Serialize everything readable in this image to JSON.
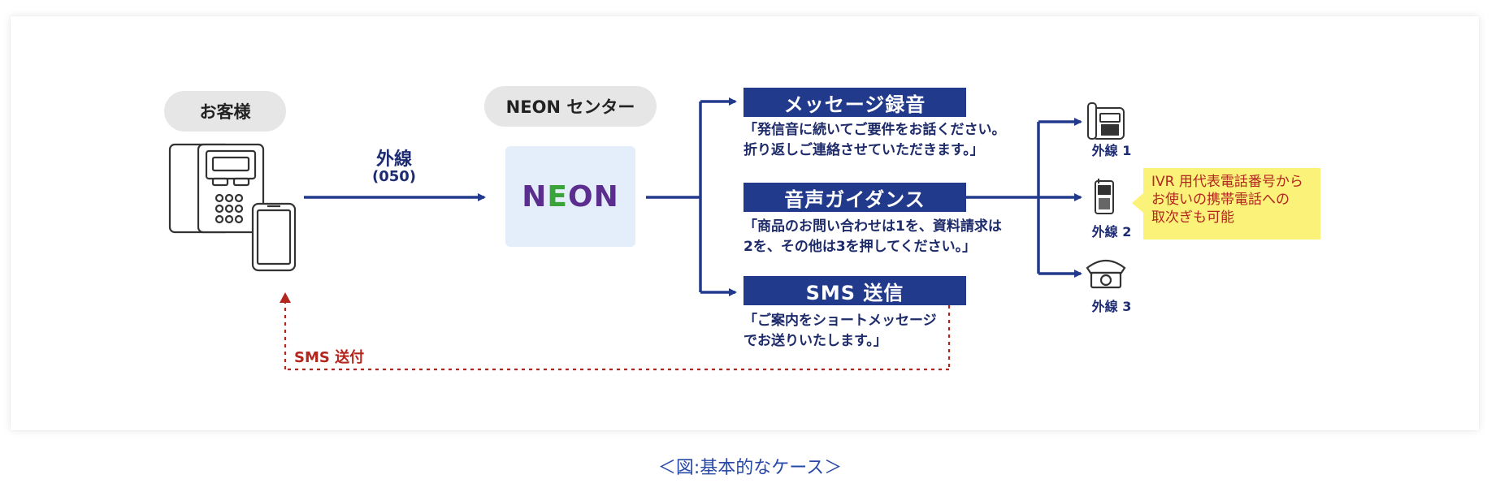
{
  "customer": {
    "label": "お客様"
  },
  "center": {
    "label": "NEON センター",
    "logo": {
      "N1": "N",
      "E": "E",
      "O": "O",
      "N2": "N"
    }
  },
  "line_in": {
    "label": "外線",
    "number": "(050)"
  },
  "functions": [
    {
      "title": "メッセージ録音",
      "desc": "「発信音に続いてご要件をお話ください。\n折り返しご連絡させていただきます。」"
    },
    {
      "title": "音声ガイダンス",
      "desc": "「商品のお問い合わせは1を、資料請求は\n2を、その他は3を押してください。」"
    },
    {
      "title": "SMS 送信",
      "desc": "「ご案内をショートメッセージ\nでお送りいたします。」"
    }
  ],
  "destinations": [
    {
      "label": "外線 1",
      "icon": "desk-phone-icon"
    },
    {
      "label": "外線 2",
      "icon": "mobile-phone-icon"
    },
    {
      "label": "外線 3",
      "icon": "rotary-phone-icon"
    }
  ],
  "note": "IVR 用代表電話番号から\nお使いの携帯電話への\n取次ぎも可能",
  "sms_return": {
    "label": "SMS 送付"
  },
  "caption": "＜図:基本的なケース＞",
  "colors": {
    "navy": "#223a8c",
    "red_dashed": "#b3261e",
    "logo_purple": "#5b2d8e",
    "logo_green": "#3aa33a",
    "note_bg": "#fbf27a",
    "pill_bg": "#e6e6e6",
    "neon_box_bg": "#e3eefa"
  }
}
